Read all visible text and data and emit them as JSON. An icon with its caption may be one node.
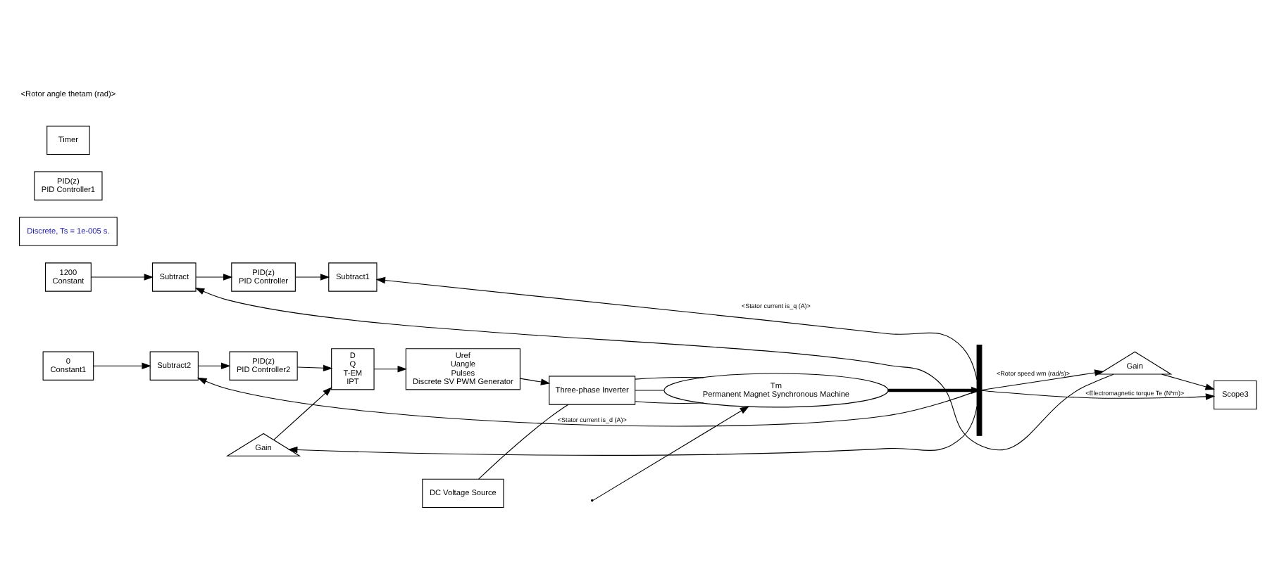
{
  "diagram": {
    "nodes": [
      {
        "text": [
          "1200",
          "Constant"
        ]
      },
      {
        "text": [
          "Discrete, Ts = 1e-005 s."
        ]
      },
      {
        "text": [
          "Subtract"
        ]
      },
      {
        "text": [
          "PID(z)",
          "PID Controller"
        ]
      },
      {
        "text": [
          "Subtract1"
        ]
      },
      {
        "text": [
          "PID(z)",
          "PID Controller1"
        ]
      },
      {
        "text": [
          "0",
          "Constant1"
        ]
      },
      {
        "text": [
          "Subtract2"
        ]
      },
      {
        "text": [
          "PID(z)",
          "PID Controller2"
        ]
      },
      {
        "text": [
          "Timer"
        ]
      },
      {
        "text": [
          "D",
          "Q",
          "T-EM",
          "IPT"
        ]
      },
      {
        "text": [
          "Uref",
          "Uangle",
          "Pulses",
          "Discrete SV PWM Generator"
        ]
      },
      {
        "text": [
          "DC Voltage Source"
        ]
      },
      {
        "text": [
          "Three-phase Inverter"
        ]
      },
      {
        "text": [
          "Tm",
          "Permanent Magnet Synchronous Machine"
        ]
      },
      {
        "text": [],
        "shape": "bar"
      },
      {
        "text": [
          "Gain"
        ]
      },
      {
        "text": [
          "Gain"
        ]
      },
      {
        "text": [
          "Scope3"
        ]
      }
    ],
    "edges": [
      {
        "from": 0,
        "to": 2,
        "arrow": "to"
      },
      {
        "from": 2,
        "to": 3,
        "arrow": "to"
      },
      {
        "from": 3,
        "to": 4,
        "arrow": "to"
      },
      {
        "from": 6,
        "to": 7,
        "arrow": "to"
      },
      {
        "from": 7,
        "to": 8,
        "arrow": "to"
      },
      {
        "from": 8,
        "to": 10,
        "arrow": "to"
      },
      {
        "from": 10,
        "to": 11,
        "arrow": "to"
      },
      {
        "from": 11,
        "to": 13,
        "arrow": "to"
      },
      {
        "from": 12,
        "to": 13,
        "arrow": "none"
      },
      {
        "from": 13,
        "to": 14,
        "arrow": "none"
      },
      {
        "from": 13,
        "to": 14,
        "arrow": "none"
      },
      {
        "from": 13,
        "to": 14,
        "arrow": "none"
      },
      {
        "from": null,
        "to": 14,
        "arrow": "to"
      },
      {
        "from": 14,
        "to": 15,
        "arrow": "to",
        "style": "thick"
      },
      {
        "from": 15,
        "to": 4,
        "label": "<Stator current is_q (A)>",
        "arrow": "to"
      },
      {
        "from": 15,
        "to": 7,
        "label": "<Stator current is_d (A)>",
        "arrow": "to"
      },
      {
        "from": 15,
        "to": 18,
        "label": "<Electromagnetic torque Te (N*m)>",
        "arrow": "to"
      },
      {
        "from": 15,
        "to": 17,
        "label": "<Rotor speed wm (rad/s)>",
        "arrow": "to"
      },
      {
        "from": 15,
        "to": 16,
        "arrow": "to"
      },
      {
        "from": 16,
        "to": 10,
        "arrow": "to"
      },
      {
        "from": 17,
        "to": 18,
        "arrow": "to"
      },
      {
        "from": 17,
        "to": 2,
        "arrow": "to"
      }
    ],
    "labels": [
      "<Rotor angle thetam (rad)>"
    ]
  }
}
